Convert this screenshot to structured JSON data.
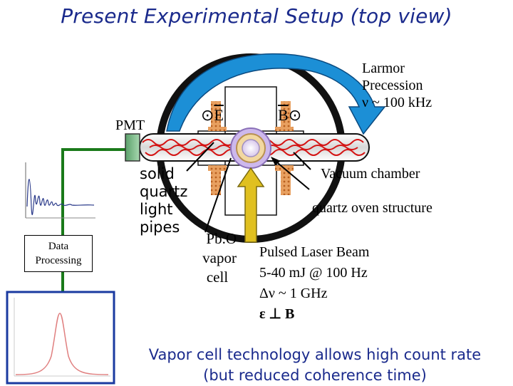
{
  "title": "Present Experimental Setup (top view)",
  "labels": {
    "pmt": "PMT",
    "e_field": "E",
    "b_field": "B",
    "dot_symbol": "⊙",
    "larmor": [
      "Larmor",
      "Precession",
      "ν ~ 100 kHz"
    ],
    "vacuum_chamber": "Vacuum chamber",
    "quartz_oven": "quartz oven structure",
    "solid_quartz": [
      "solid",
      "quartz",
      "light",
      "pipes"
    ],
    "pbo_cell": [
      "Pb.O",
      "vapor",
      "cell"
    ],
    "laser": [
      "Pulsed Laser Beam",
      "5-40 mJ @ 100 Hz",
      "Δν ~ 1 GHz",
      "ε ⊥ B"
    ],
    "data_processing": [
      "Data",
      "Processing"
    ]
  },
  "footer": [
    "Vapor cell technology allows high count rate",
    "(but reduced coherence time)"
  ],
  "colors": {
    "title": "#1a2a8c",
    "precession_arrow": "#1c8fd6",
    "laser_arrow": "#e0c020",
    "wire": "#1a7a1a",
    "fluorescence": "#d41414"
  }
}
